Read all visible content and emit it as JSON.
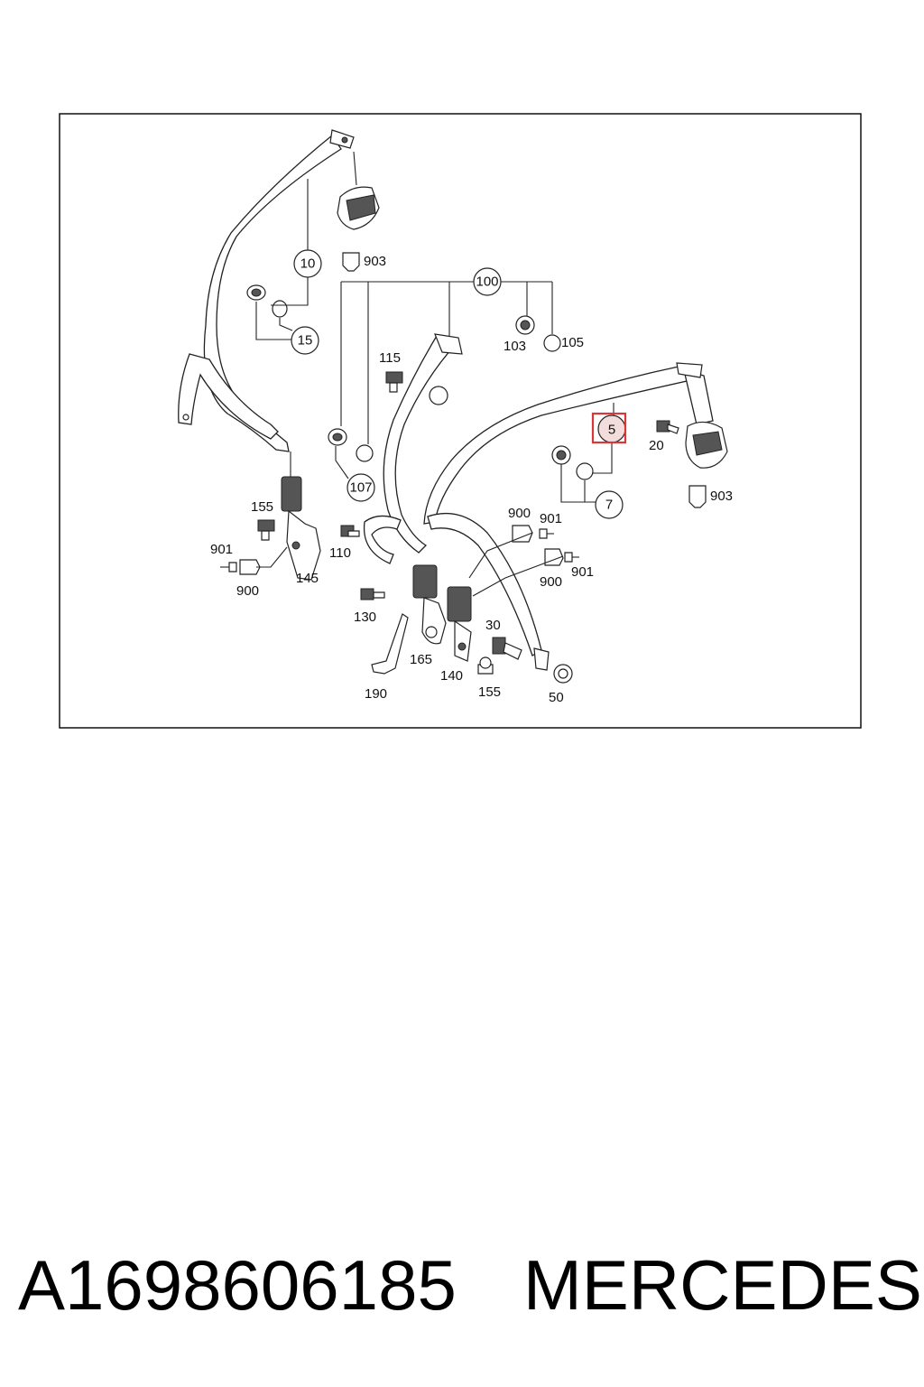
{
  "diagram": {
    "callouts": {
      "c10": "10",
      "c15": "15",
      "c100": "100",
      "c107": "107",
      "c7": "7",
      "c5": "5"
    },
    "labels": {
      "l903a": "903",
      "l103": "103",
      "l105": "105",
      "l115": "115",
      "l20": "20",
      "l903b": "903",
      "l155a": "155",
      "l901a": "901",
      "l900a": "900",
      "l110": "110",
      "l145": "145",
      "l900b": "900",
      "l901b": "901",
      "l900c": "900",
      "l901c": "901",
      "l130": "130",
      "l30": "30",
      "l165": "165",
      "l140": "140",
      "l155b": "155",
      "l190": "190",
      "l50": "50"
    },
    "highlight_color": "#d9383a"
  },
  "footer": {
    "part_number": "A1698606185",
    "brand": "MERCEDES"
  }
}
